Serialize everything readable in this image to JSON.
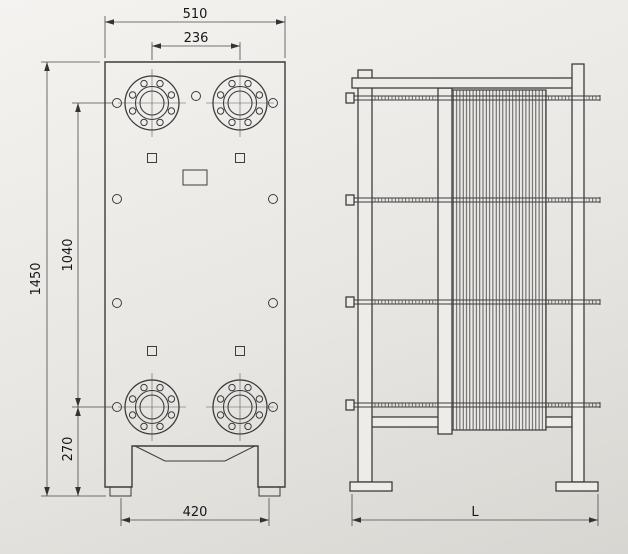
{
  "style": {
    "line_color": "#3c3c3c",
    "dimension_color": "#4a4a4a",
    "text_color": "#161616",
    "background_top": "#f4f3f0",
    "background_bottom": "#d8d6d1"
  },
  "front_view": {
    "dimensions": {
      "overall_width": "510",
      "port_spacing_horizontal": "236",
      "overall_height": "1450",
      "port_spacing_vertical": "1040",
      "port_to_base": "270",
      "foot_spacing": "420"
    }
  },
  "side_view": {
    "dimensions": {
      "frame_length": "L"
    }
  }
}
